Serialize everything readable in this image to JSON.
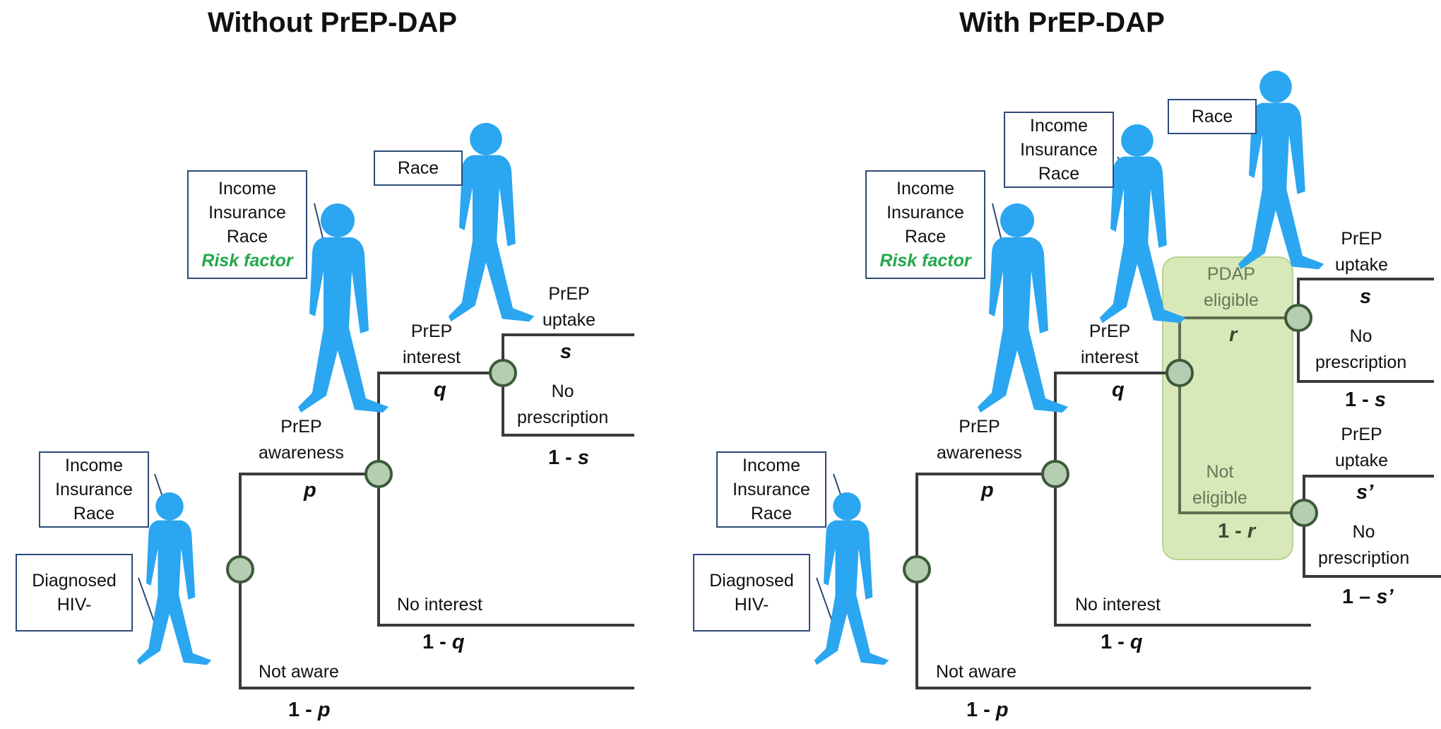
{
  "titles": {
    "left": "Without PrEP-DAP",
    "right": "With PrEP-DAP"
  },
  "boxes": {
    "demographics": [
      "Income",
      "Insurance",
      "Race"
    ],
    "demographics_risk": [
      "Income",
      "Insurance",
      "Race"
    ],
    "risk_factor": "Risk factor",
    "race": "Race",
    "diagnosed": [
      "Diagnosed",
      "HIV-"
    ]
  },
  "branches": {
    "awareness": [
      "PrEP",
      "awareness"
    ],
    "not_aware": "Not aware",
    "interest": [
      "PrEP",
      "interest"
    ],
    "no_interest": "No interest",
    "uptake": [
      "PrEP",
      "uptake"
    ],
    "no_prescription": [
      "No",
      "prescription"
    ],
    "pdap_eligible": [
      "PDAP",
      "eligible"
    ],
    "not_eligible": [
      "Not",
      "eligible"
    ]
  },
  "probabilities": {
    "p": "p",
    "one_minus_p": [
      "1 - ",
      "p"
    ],
    "q": "q",
    "one_minus_q": [
      "1 - ",
      "q"
    ],
    "s": "s",
    "one_minus_s": [
      "1 - ",
      "s"
    ],
    "r": "r",
    "one_minus_r": [
      "1 - ",
      "r"
    ],
    "s_prime": "s’",
    "one_minus_s_prime": [
      "1 – ",
      "s’"
    ]
  },
  "colors": {
    "person": "#2ba6f0",
    "node_fill": "#b5cdb0",
    "node_stroke": "#3c5a3a",
    "line": "#3a3a3a",
    "box_border": "#2e4a78",
    "risk_factor": "#22a84a",
    "eligibility_panel": "#d9e8b8"
  }
}
